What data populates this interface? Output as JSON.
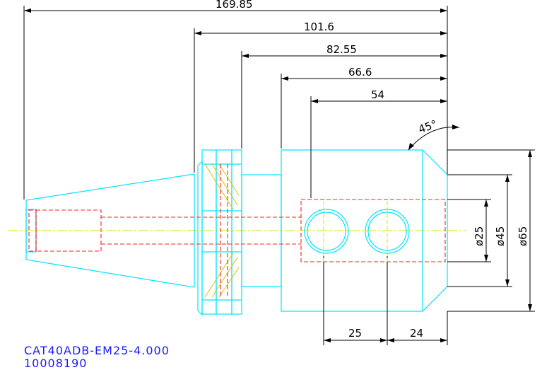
{
  "dimensions": {
    "overall_length": "169.85",
    "flange_to_face": "101.6",
    "length_82": "82.55",
    "length_66": "66.6",
    "bore_depth": "54",
    "chamfer_angle": "45°",
    "dia_bore": "ø25",
    "dia_mid": "ø45",
    "dia_outer": "ø65",
    "screw_spacing": "25",
    "screw_offset": "24"
  },
  "part": {
    "code": "CAT40ADB-EM25-4.000",
    "number": "10008190"
  },
  "colors": {
    "outline": "#00e5ff",
    "hidden": "#ff2020",
    "center": "#e0e000",
    "dimension": "#000000",
    "label": "#1a1aff"
  }
}
